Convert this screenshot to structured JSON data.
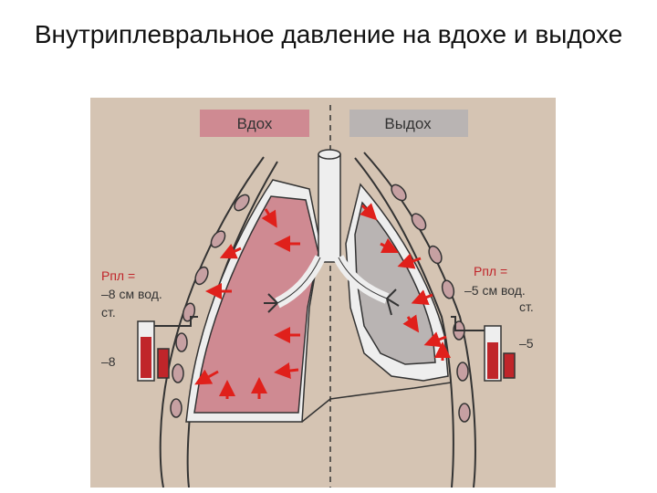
{
  "slide": {
    "title": "Внутриплевральное давление на вдохе и выдохе"
  },
  "diagram": {
    "inhale": {
      "header": "Вдох",
      "pressure_label": "Рпл =",
      "pressure_value": "–8 см вод.",
      "pressure_unit": "ст.",
      "gauge_reading": "–8"
    },
    "exhale": {
      "header": "Выдох",
      "pressure_label": "Рпл =",
      "pressure_value": "–5 см вод.",
      "pressure_unit": "ст.",
      "gauge_reading": "–5"
    },
    "colors": {
      "background": "#d5c4b3",
      "inhale_lung": "#cf8a92",
      "exhale_lung": "#b9b4b3",
      "pleural_space": "#eeeeee",
      "arrow": "#e0201b",
      "mercury": "#c0252a",
      "bone": "#c6a0a2"
    },
    "icons": [
      "arrow-icon",
      "rib-icon",
      "manometer-icon",
      "trachea-icon"
    ]
  }
}
